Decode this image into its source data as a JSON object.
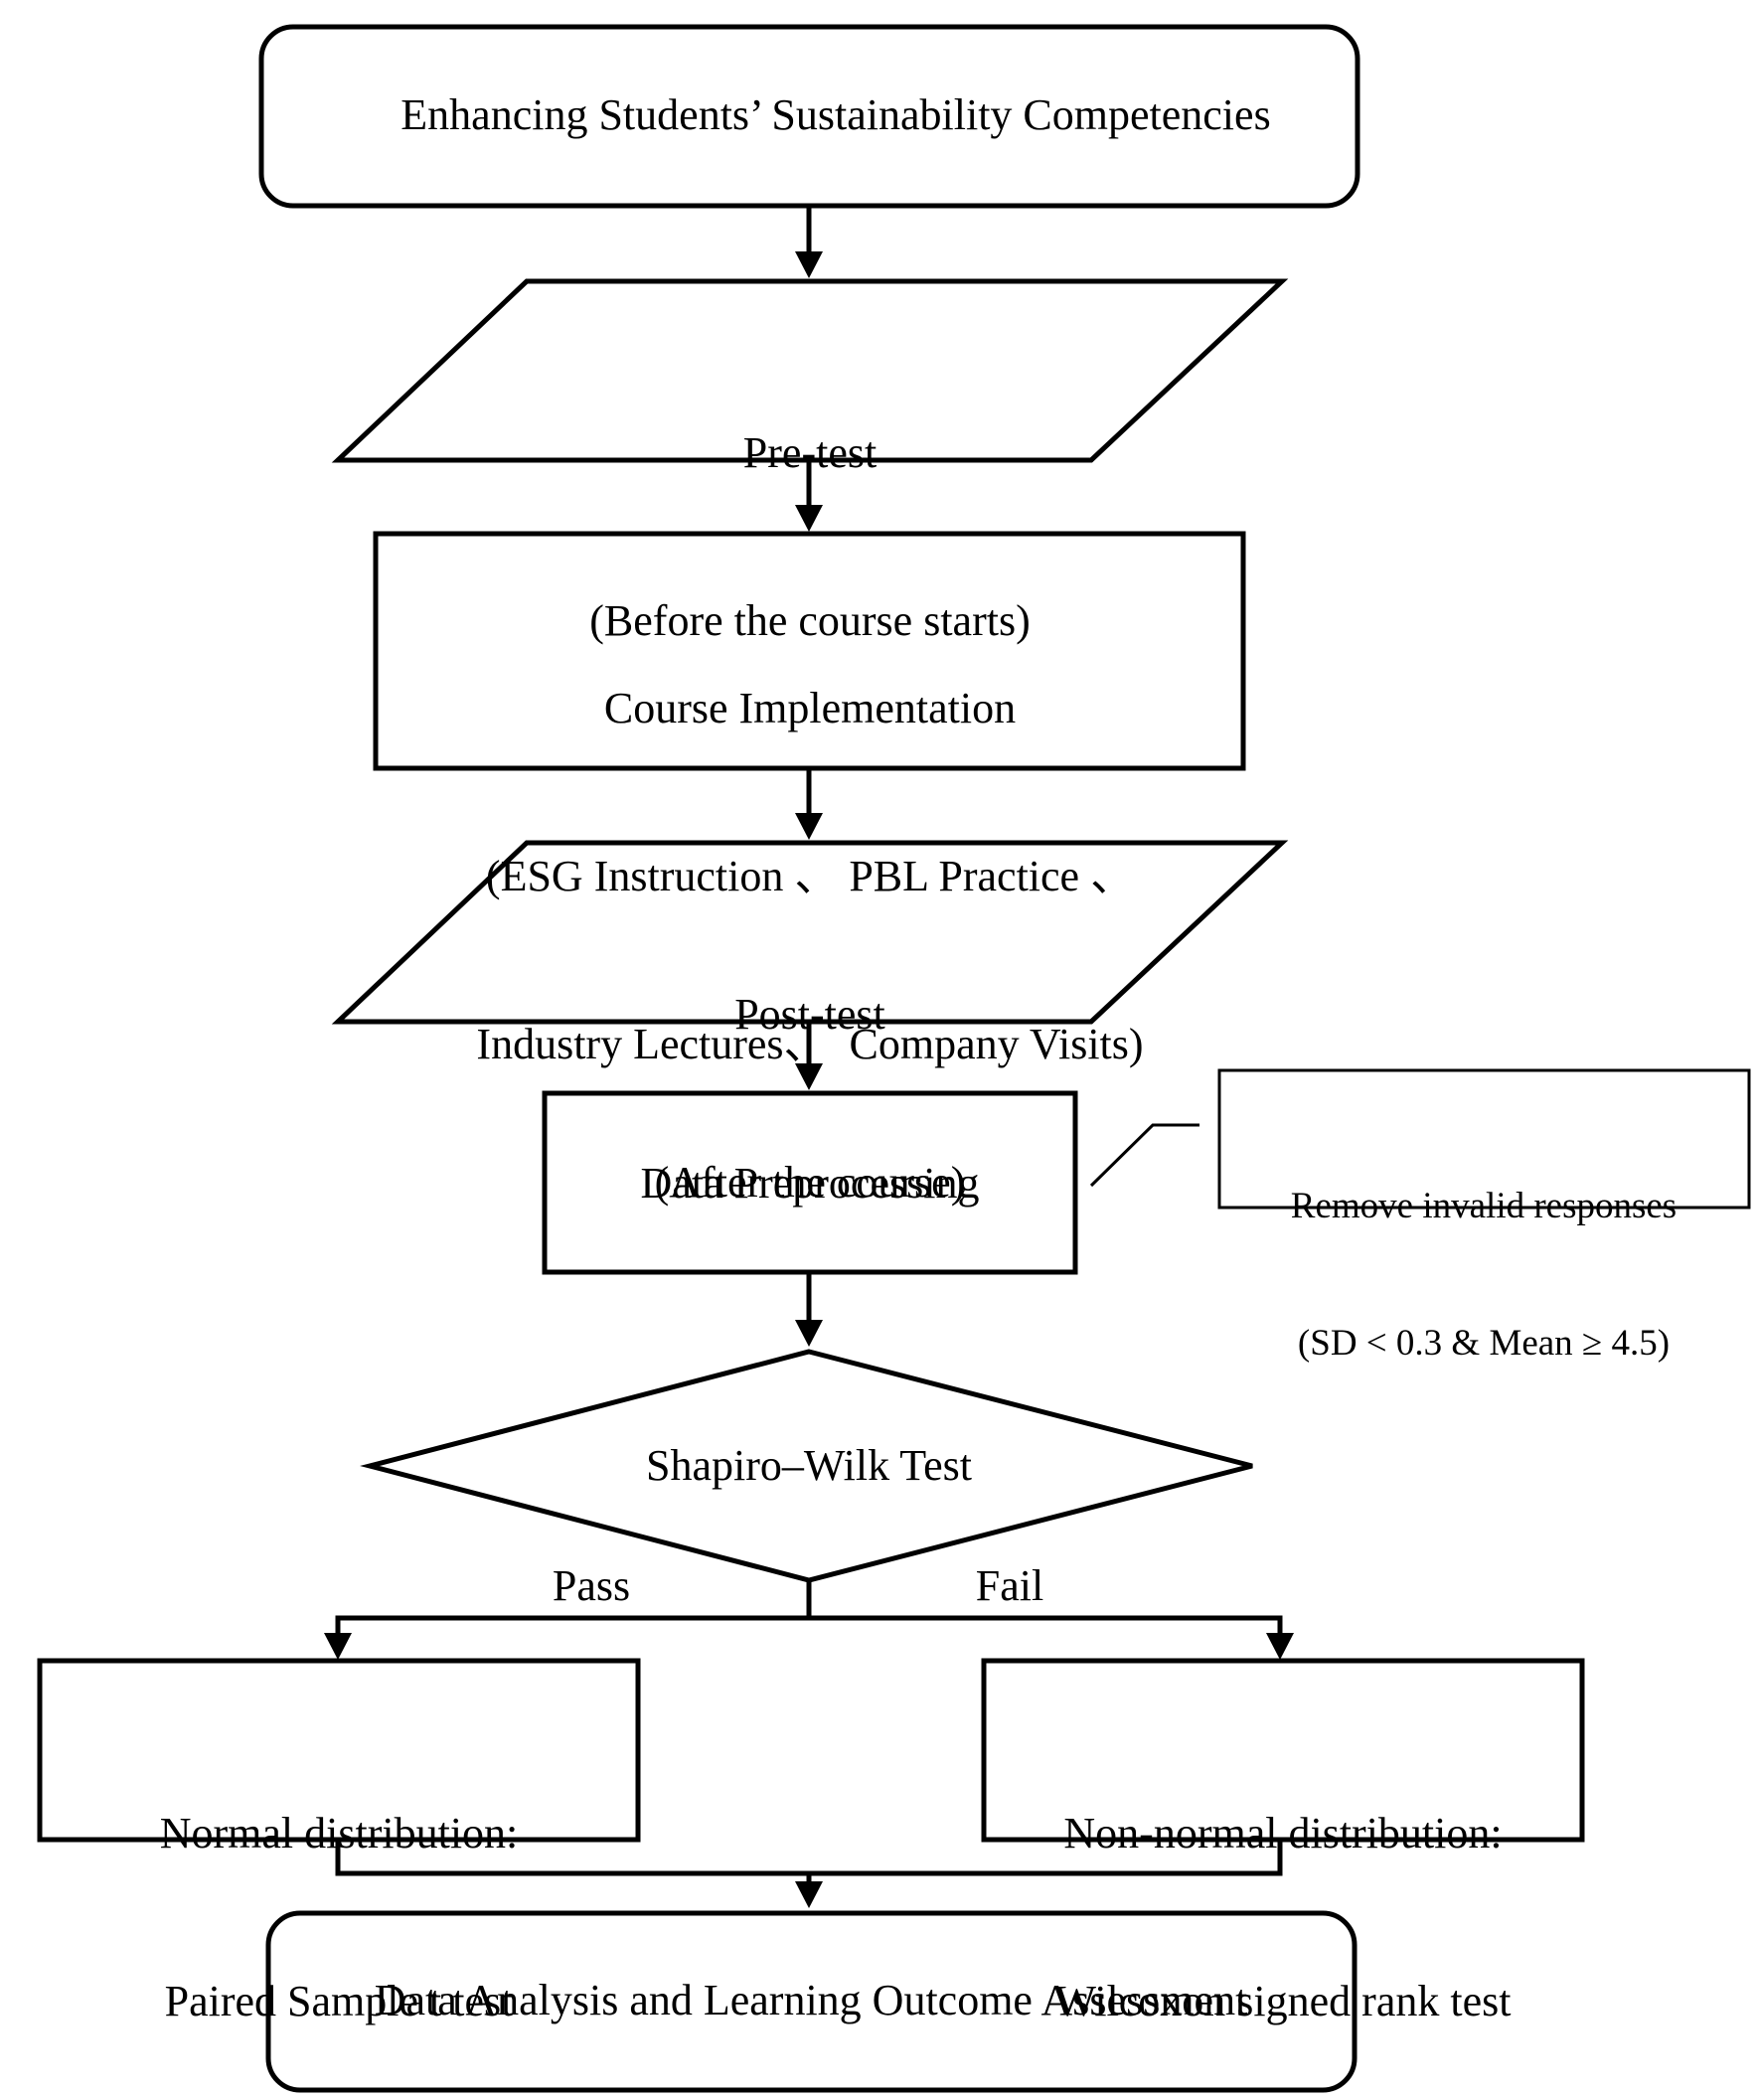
{
  "flowchart": {
    "start": "Enhancing Students’ Sustainability Competencies",
    "pretest": {
      "line1": "Pre-test",
      "line2": "(Before the course starts)"
    },
    "course": {
      "line1": "Course Implementation",
      "line2": "(ESG Instruction 、 PBL Practice 、",
      "line3": "Industry Lectures、  Company Visits)"
    },
    "posttest": {
      "line1": "Post-test",
      "line2": "(After the course)"
    },
    "preprocessing": "Data Preprocessing",
    "note": {
      "line1": "Remove invalid responses",
      "line2": "(SD < 0.3 & Mean ≥ 4.5)"
    },
    "decision": "Shapiro–Wilk Test",
    "branch_pass": "Pass",
    "branch_fail": "Fail",
    "normal": {
      "line1": "Normal distribution:",
      "line2": "Paired Sample t test"
    },
    "nonnormal": {
      "line1": "Non-normal distribution:",
      "line2": "Wilcoxon signed rank test"
    },
    "end": "Data Analysis and Learning Outcome Assessment"
  }
}
